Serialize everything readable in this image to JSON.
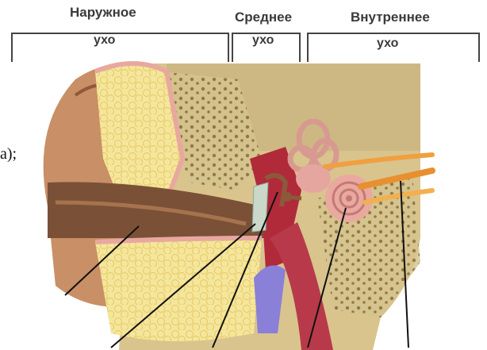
{
  "headers": {
    "outer": "Наружное",
    "middle": "Среднее",
    "inner": "Внутреннее"
  },
  "subheaders": {
    "outer": "ухо",
    "middle": "ухо",
    "inner": "ухо"
  },
  "text_fragment": "а);",
  "colors": {
    "skin": "#c98f66",
    "bone": "#d8c08a",
    "fat": "#f2e39a",
    "cartilage": "#f0b8b0",
    "tympanic": "#b02a3a",
    "cochlea": "#e9a8a0",
    "nerve": "#f0a040",
    "vessel": "#8a80d8"
  }
}
